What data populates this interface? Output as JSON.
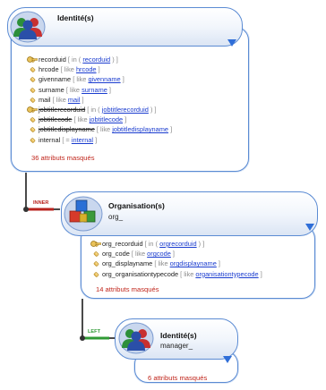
{
  "entities": [
    {
      "title": "Identité(s)",
      "subtitle": "",
      "icon": "users-icon",
      "masked_label": "36 attributs masqués",
      "fields": [
        {
          "name": "recorduid",
          "op": "in",
          "ref": "recorduid",
          "key": true,
          "struck": false
        },
        {
          "name": "hrcode",
          "op": "like",
          "ref": "hrcode",
          "key": false,
          "struck": false
        },
        {
          "name": "givenname",
          "op": "like",
          "ref": "givenname",
          "key": false,
          "struck": false
        },
        {
          "name": "surname",
          "op": "like",
          "ref": "surname",
          "key": false,
          "struck": false
        },
        {
          "name": "mail",
          "op": "like",
          "ref": "mail",
          "key": false,
          "struck": false
        },
        {
          "name": "jobtitlerecorduid",
          "op": "in",
          "ref": "jobtitlerecorduid",
          "key": true,
          "struck": true
        },
        {
          "name": "jobtitlecode",
          "op": "like",
          "ref": "jobtitlecode",
          "key": false,
          "struck": true
        },
        {
          "name": "jobtitledisplayname",
          "op": "like",
          "ref": "jobtitledisplayname",
          "key": false,
          "struck": true
        },
        {
          "name": "internal",
          "op": "=",
          "ref": "internal",
          "key": false,
          "struck": false
        }
      ]
    },
    {
      "title": "Organisation(s)",
      "subtitle": "org_",
      "icon": "cubes-icon",
      "masked_label": "14 attributs masqués",
      "fields": [
        {
          "name": "org_recorduid",
          "op": "in",
          "ref": "orgrecorduid",
          "key": true,
          "struck": false
        },
        {
          "name": "org_code",
          "op": "like",
          "ref": "orgcode",
          "key": false,
          "struck": false
        },
        {
          "name": "org_displayname",
          "op": "like",
          "ref": "orgdisplayname",
          "key": false,
          "struck": false
        },
        {
          "name": "org_organisationtypecode",
          "op": "like",
          "ref": "organisationtypecode",
          "key": false,
          "struck": false
        }
      ]
    },
    {
      "title": "Identité(s)",
      "subtitle": "manager_",
      "icon": "users-icon",
      "masked_label": "6 attributs masqués",
      "fields": []
    }
  ],
  "joins": [
    {
      "label": "INNER",
      "color": "#b8231e"
    },
    {
      "label": "LEFT",
      "color": "#2f9a35"
    }
  ],
  "colors": {
    "node_border": "#5b8bd3",
    "link": "#4a4a4a",
    "masked": "#c0261c",
    "reference": "#1a3ccf"
  }
}
